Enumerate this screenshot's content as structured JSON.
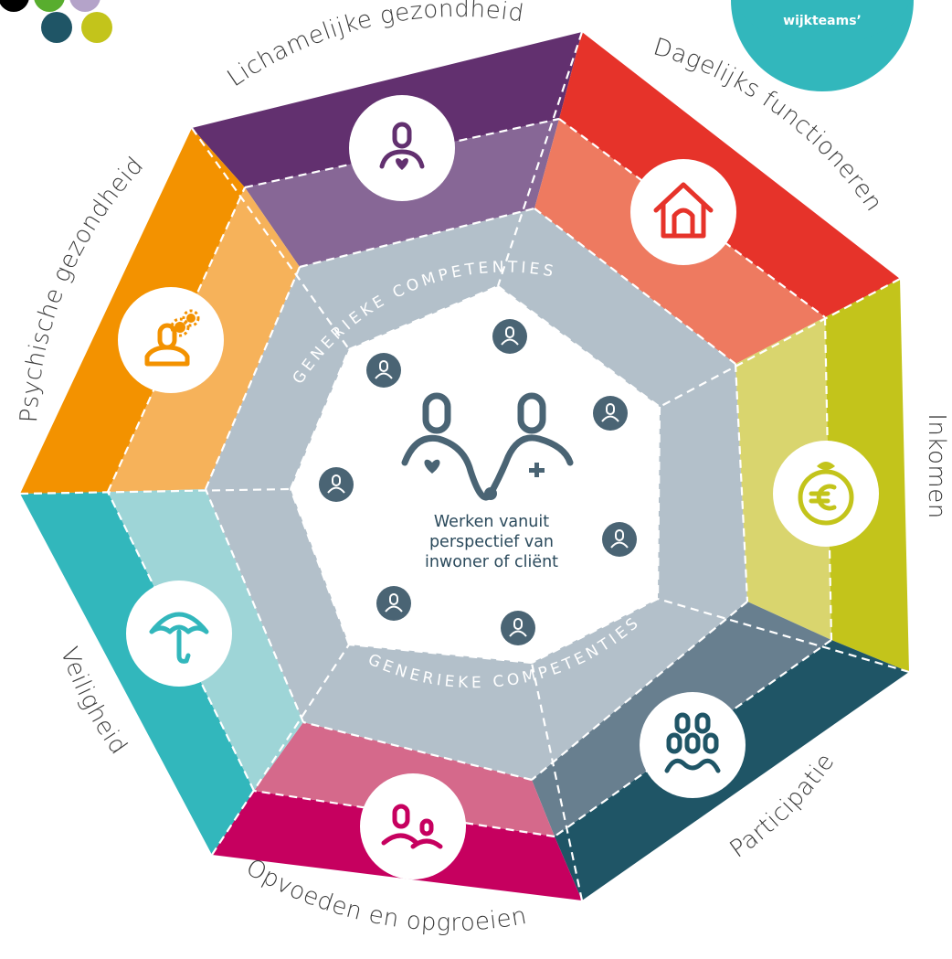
{
  "badge": {
    "text": "wijkteams’"
  },
  "colors": {
    "outer": [
      "#62306f",
      "#e6332a",
      "#c3c41b",
      "#1f5566",
      "#c6005f",
      "#32b7bc",
      "#f39200"
    ],
    "middle": [
      "#876796",
      "#ee7a60",
      "#d9d56e",
      "#687f8f",
      "#d5698b",
      "#9ed5d7",
      "#f6b25a"
    ],
    "competence_ring": "#b3c0ca",
    "center": "#ffffff",
    "person": "#4a6474",
    "dots": [
      "#000000",
      "#58ad2e",
      "#b4a3c9",
      "#1f5566",
      "#c3c41b"
    ]
  },
  "segments": [
    {
      "label": "Lichamelijke gezondheid",
      "icon": "person-heart-icon"
    },
    {
      "label": "Dagelijks functioneren",
      "icon": "house-icon"
    },
    {
      "label": "Inkomen",
      "icon": "euro-purse-icon"
    },
    {
      "label": "Participatie",
      "icon": "group-people-icon"
    },
    {
      "label": "Opvoeden en opgroeien",
      "icon": "parent-child-icon"
    },
    {
      "label": "Veiligheid",
      "icon": "umbrella-icon"
    },
    {
      "label": "Psychische gezondheid",
      "icon": "person-gears-icon"
    }
  ],
  "competencies": {
    "top": "GENERIEKE COMPETENTIES",
    "bottom": "GENERIEKE COMPETENTIES"
  },
  "center": {
    "lines": [
      "Werken vanuit",
      "perspectief van",
      "inwoner of cliënt"
    ],
    "icon": "two-people-connected-icon"
  }
}
